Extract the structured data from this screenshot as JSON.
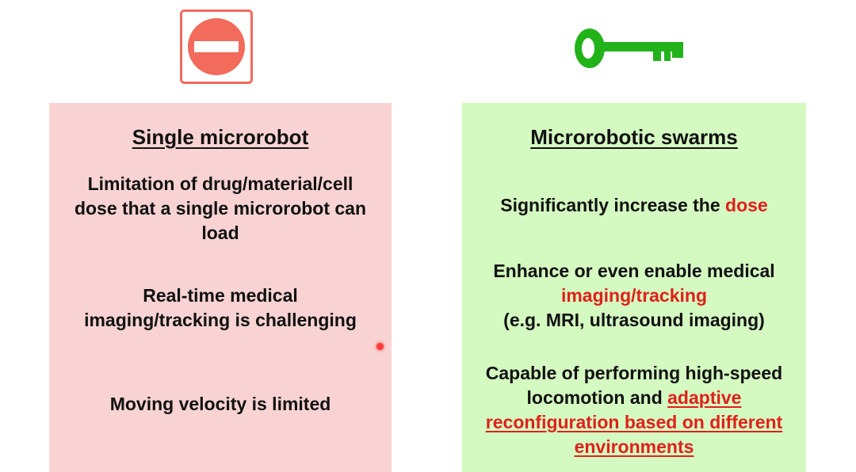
{
  "colors": {
    "left_panel_bg": "#f9d3d3",
    "right_panel_bg": "#d4f9c1",
    "highlight_red": "#e0201a",
    "no_entry_red": "#f26b5b",
    "key_green": "#22b21a"
  },
  "icons": {
    "left": "no-entry-icon",
    "right": "key-icon"
  },
  "left_panel": {
    "title": "Single microrobot",
    "items": [
      {
        "lines": [
          "Limitation of drug/material/cell",
          "dose that a single microrobot can",
          "load"
        ]
      },
      {
        "lines": [
          "Real-time medical",
          "imaging/tracking is challenging"
        ]
      },
      {
        "lines": [
          "Moving velocity is limited"
        ]
      }
    ]
  },
  "right_panel": {
    "title": "Microrobotic swarms",
    "item1": {
      "text": "Significantly increase the ",
      "highlight": "dose"
    },
    "item2": {
      "line1": "Enhance or even enable medical",
      "highlight": "imaging/tracking",
      "line3": "(e.g. MRI, ultrasound imaging)"
    },
    "item3": {
      "line1": "Capable of performing high-speed",
      "line2_text": "locomotion and ",
      "line2_highlight": "adaptive",
      "line3_highlight": "reconfiguration based on different",
      "line4_highlight": "environments"
    }
  }
}
